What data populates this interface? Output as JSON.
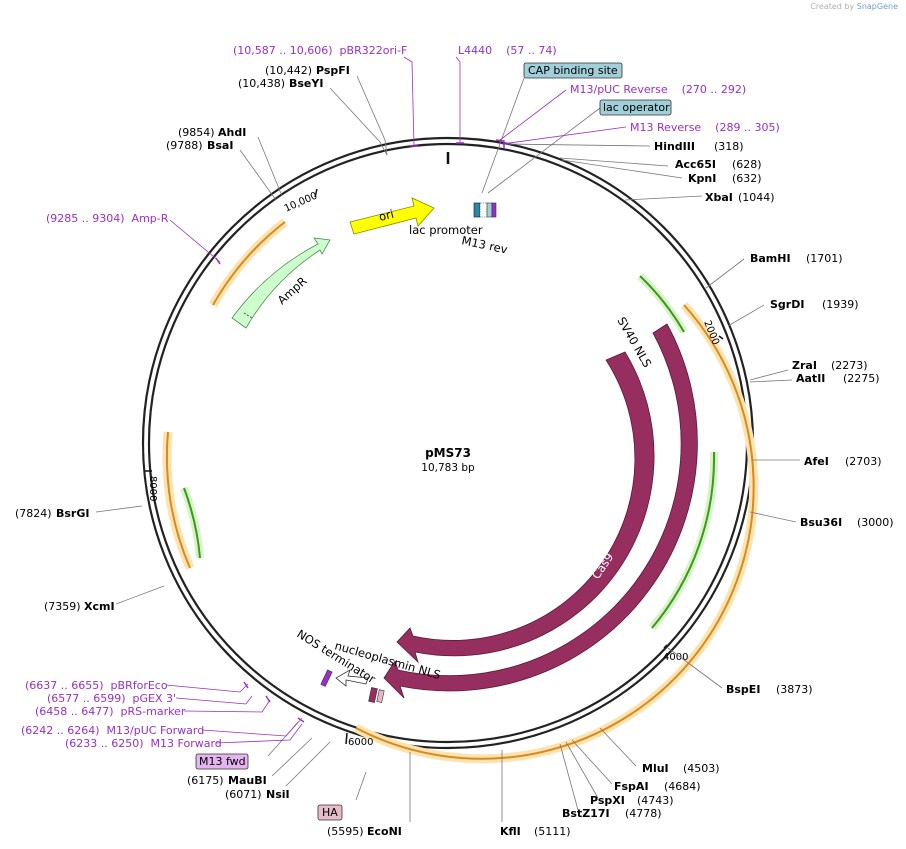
{
  "credit": {
    "prefix": "Created by",
    "brand": "SnapGene"
  },
  "plasmid": {
    "name": "pMS73",
    "size_label": "10,783 bp",
    "length": 10783
  },
  "colors": {
    "cas9": "#962e5f",
    "ori": "#ffff00",
    "ampr": "#ccffcc",
    "primer": "#9a2ec9",
    "orange": "#f2a13a",
    "green": "#3a9a1a",
    "promoter": "#ffffff",
    "tag": "#a0cfd9"
  },
  "ticks": [
    "2000",
    "4000",
    "6000",
    "8000",
    "10,000"
  ],
  "features": [
    {
      "label": "ori",
      "kind": "ori"
    },
    {
      "label": "AmpR",
      "kind": "ampr"
    },
    {
      "label": "SV40 NLS",
      "kind": "text"
    },
    {
      "label": "Cas9",
      "kind": "cas9"
    },
    {
      "label": "Cas9",
      "kind": "cas9"
    },
    {
      "label": "lac promoter",
      "kind": "text"
    },
    {
      "label": "M13 rev",
      "kind": "text"
    },
    {
      "label": "nucleoplasmin NLS",
      "kind": "text"
    },
    {
      "label": "NOS terminator",
      "kind": "text"
    }
  ],
  "enzymes": [
    {
      "name": "PspFI",
      "pos": "(10,442)"
    },
    {
      "name": "BseYI",
      "pos": "(10,438)"
    },
    {
      "name": "AhdI",
      "pos": "(9854)"
    },
    {
      "name": "BsaI",
      "pos": "(9788)"
    },
    {
      "name": "HindIII",
      "pos": "(318)"
    },
    {
      "name": "Acc65I",
      "pos": "(628)"
    },
    {
      "name": "KpnI",
      "pos": "(632)"
    },
    {
      "name": "XbaI",
      "pos": "(1044)"
    },
    {
      "name": "BamHI",
      "pos": "(1701)"
    },
    {
      "name": "SgrDI",
      "pos": "(1939)"
    },
    {
      "name": "ZraI",
      "pos": "(2273)"
    },
    {
      "name": "AatII",
      "pos": "(2275)"
    },
    {
      "name": "AfeI",
      "pos": "(2703)"
    },
    {
      "name": "Bsu36I",
      "pos": "(3000)"
    },
    {
      "name": "BspEI",
      "pos": "(3873)"
    },
    {
      "name": "MluI",
      "pos": "(4503)"
    },
    {
      "name": "FspAI",
      "pos": "(4684)"
    },
    {
      "name": "PspXI",
      "pos": "(4743)"
    },
    {
      "name": "BstZ17I",
      "pos": "(4778)"
    },
    {
      "name": "KflI",
      "pos": "(5111)"
    },
    {
      "name": "EcoNI",
      "pos": "(5595)"
    },
    {
      "name": "NsiI",
      "pos": "(6071)"
    },
    {
      "name": "MauBI",
      "pos": "(6175)"
    },
    {
      "name": "XcmI",
      "pos": "(7359)"
    },
    {
      "name": "BsrGI",
      "pos": "(7824)"
    }
  ],
  "primers": [
    {
      "text": "(10,587 .. 10,606)  pBR322ori-F"
    },
    {
      "text": "L4440    (57 .. 74)"
    },
    {
      "text": "M13/pUC Reverse    (270 .. 292)"
    },
    {
      "text": "M13 Reverse    (289 .. 305)"
    },
    {
      "text": "(9285 .. 9304)  Amp-R"
    },
    {
      "text": "(6637 .. 6655)  pBRforEco"
    },
    {
      "text": "(6577 .. 6599)  pGEX 3'"
    },
    {
      "text": "(6458 .. 6477)  pRS-marker"
    },
    {
      "text": "(6242 .. 6264)  M13/pUC Forward"
    },
    {
      "text": "(6233 .. 6250)  M13 Forward"
    }
  ],
  "boxes": [
    {
      "text": "CAP binding site"
    },
    {
      "text": "lac operator"
    },
    {
      "text": "M13 fwd"
    },
    {
      "text": "HA"
    }
  ]
}
